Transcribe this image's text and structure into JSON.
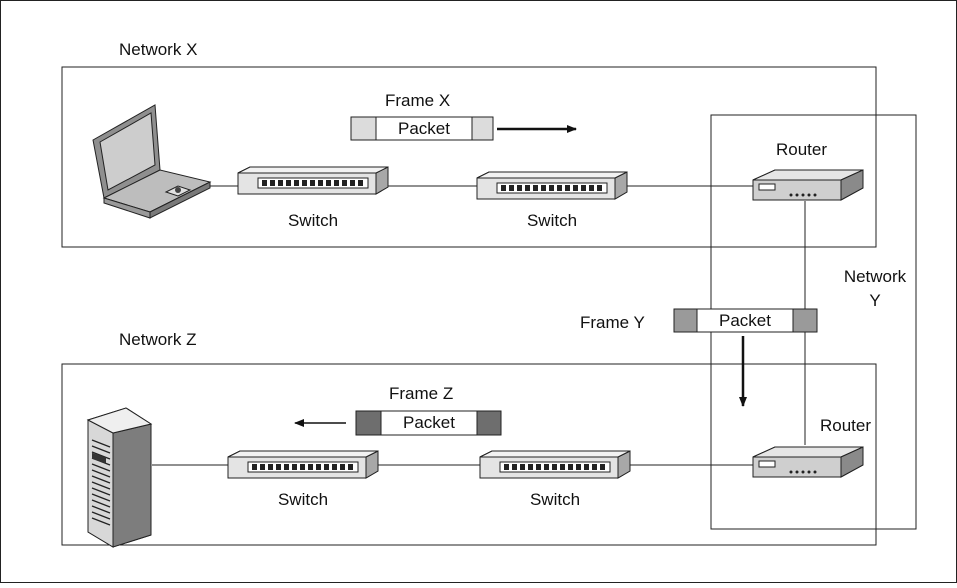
{
  "networks": {
    "x_label": "Network X",
    "y_label_line1": "Network",
    "y_label_line2": "Y",
    "z_label": "Network Z"
  },
  "devices": {
    "switch_label": "Switch",
    "router_label": "Router"
  },
  "frames": {
    "x_label": "Frame X",
    "y_label": "Frame Y",
    "z_label": "Frame Z",
    "packet_label": "Packet"
  },
  "colors": {
    "frame_x_trailer": "#dcdcdc",
    "frame_y_trailer": "#9a9a9a",
    "frame_z_trailer": "#6e6e6e",
    "device_body": "#cfcfcf",
    "device_shadow": "#8a8a8a",
    "outline": "#222222"
  }
}
